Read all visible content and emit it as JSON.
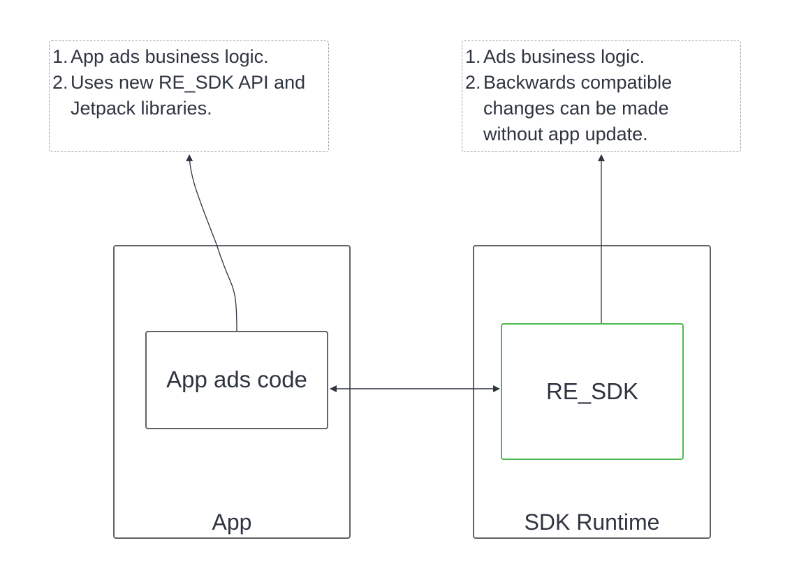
{
  "notes": {
    "left": {
      "items": [
        "App ads business logic.",
        "Uses new RE_SDK API and Jetpack libraries."
      ]
    },
    "right": {
      "items": [
        "Ads business logic.",
        "Backwards compatible changes can be made without app update."
      ]
    }
  },
  "containers": {
    "app": {
      "label": "App"
    },
    "sdk_runtime": {
      "label": "SDK Runtime"
    }
  },
  "components": {
    "app_ads_code": {
      "label": "App ads code"
    },
    "re_sdk": {
      "label": "RE_SDK"
    }
  },
  "colors": {
    "stroke": "#5f6368",
    "dashed": "#9aa0a6",
    "accent_green": "#4cbb4c",
    "text": "#2e3440"
  }
}
